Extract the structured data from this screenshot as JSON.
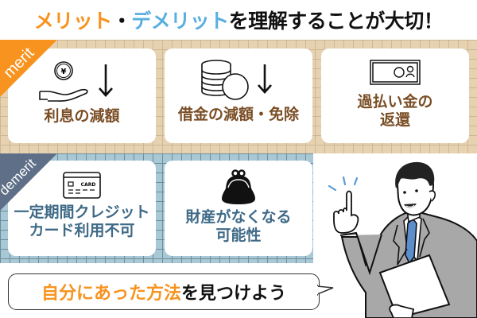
{
  "title": {
    "part1": "メリット",
    "dot": "・",
    "part2": "デメリット",
    "part3": "を理解することが大切！"
  },
  "merit": {
    "ribbon": "merit",
    "items": [
      {
        "label": "利息の減額",
        "icon": "yen-coin-hand-down-arrow-icon"
      },
      {
        "label": "借金の減額・免除",
        "icon": "coin-stack-down-arrow-icon"
      },
      {
        "label_line1": "過払い金の",
        "label_line2": "返還",
        "icon": "banknote-icon"
      }
    ]
  },
  "demerit": {
    "ribbon": "demerit",
    "items": [
      {
        "label_line1": "一定期間クレジット",
        "label_line2": "カード利用不可",
        "icon": "credit-card-icon",
        "card_text": "CARD"
      },
      {
        "label_line1": "財産がなくなる",
        "label_line2": "可能性",
        "icon": "coin-purse-icon"
      }
    ]
  },
  "bubble": {
    "highlight": "自分にあった方法",
    "rest": "を見つけよう"
  },
  "colors": {
    "orange": "#f7931e",
    "blue": "#5aafe0",
    "merit_text": "#7a4e26",
    "demerit_text": "#3f6a87",
    "merit_bg": "#e6d2b0",
    "demerit_bg": "#a9c8d5",
    "demerit_ribbon": "#5e6f87"
  },
  "illustration": "businessman-pointing-up-holding-document"
}
